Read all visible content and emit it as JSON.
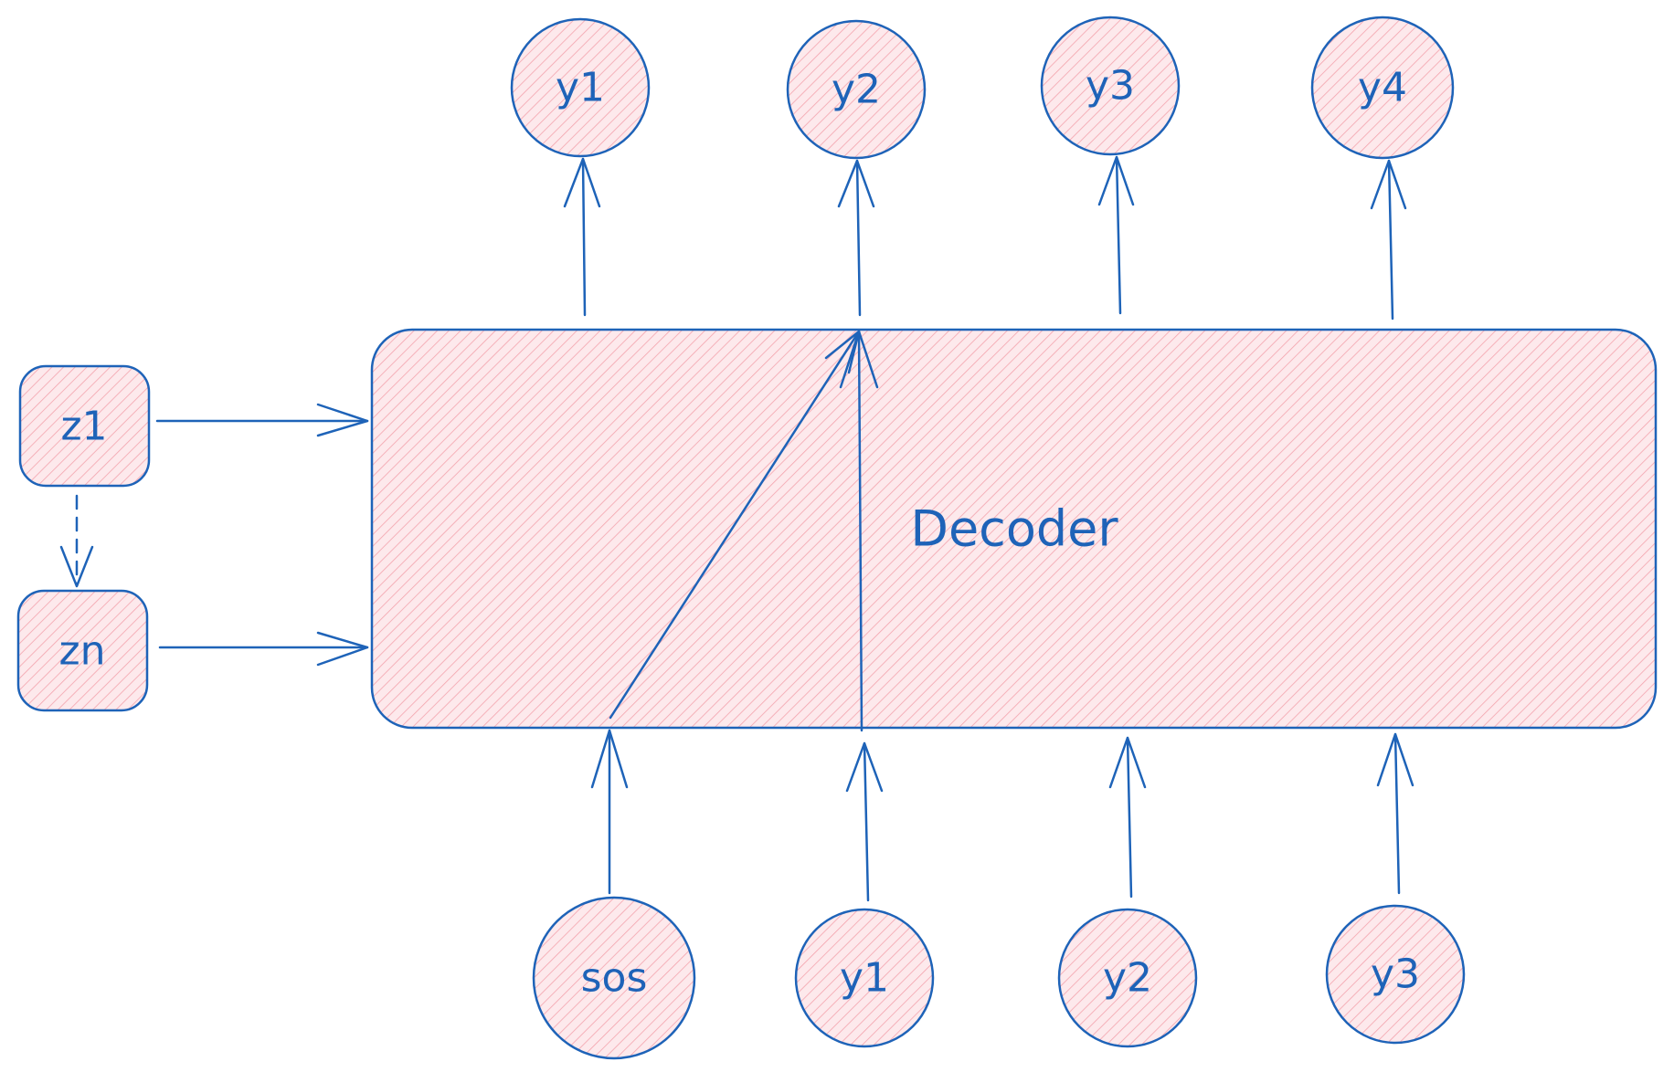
{
  "decoder": {
    "label": "Decoder"
  },
  "latents": [
    {
      "id": "z1",
      "label": "z1"
    },
    {
      "id": "zn",
      "label": "zn"
    }
  ],
  "outputs": [
    {
      "id": "out-1",
      "label": "y1"
    },
    {
      "id": "out-2",
      "label": "y2"
    },
    {
      "id": "out-3",
      "label": "y3"
    },
    {
      "id": "out-4",
      "label": "y4"
    }
  ],
  "inputs": [
    {
      "id": "in-1",
      "label": "sos"
    },
    {
      "id": "in-2",
      "label": "y1"
    },
    {
      "id": "in-3",
      "label": "y2"
    },
    {
      "id": "in-4",
      "label": "y3"
    }
  ],
  "colors": {
    "stroke": "#1e63b8",
    "fill": "#fde7ea",
    "hatch": "#f4a3ad"
  }
}
